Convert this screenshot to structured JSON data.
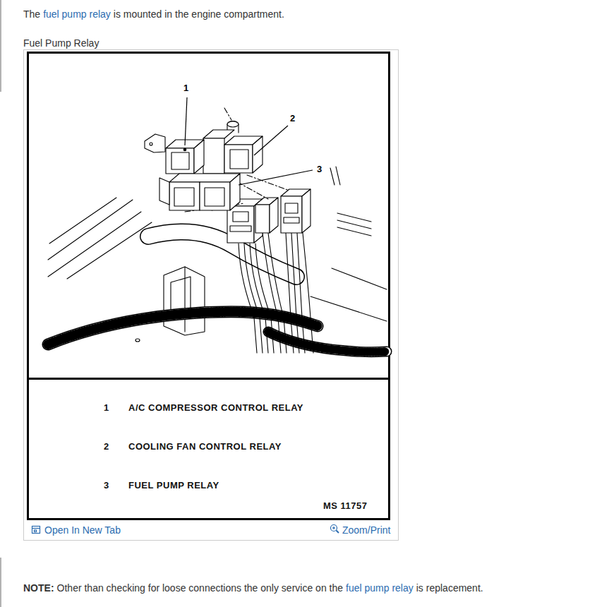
{
  "diagram": {
    "title": "Fuel Pump Relay",
    "nodes": [
      {
        "text": [
          "1",
          "A/C COMPRESSOR CONTROL RELAY",
          "2",
          "COOLING FAN CONTROL RELAY",
          "3",
          "FUEL PUMP RELAY",
          "MS 11757"
        ]
      }
    ],
    "labels": [
      "The",
      "fuel pump relay",
      "is mounted in the engine compartment.",
      "1",
      "2",
      "3",
      "Open In New Tab",
      "Zoom/Print",
      "NOTE:",
      "Other than checking for loose connections the only service on the",
      "fuel pump relay",
      "is replacement."
    ]
  }
}
